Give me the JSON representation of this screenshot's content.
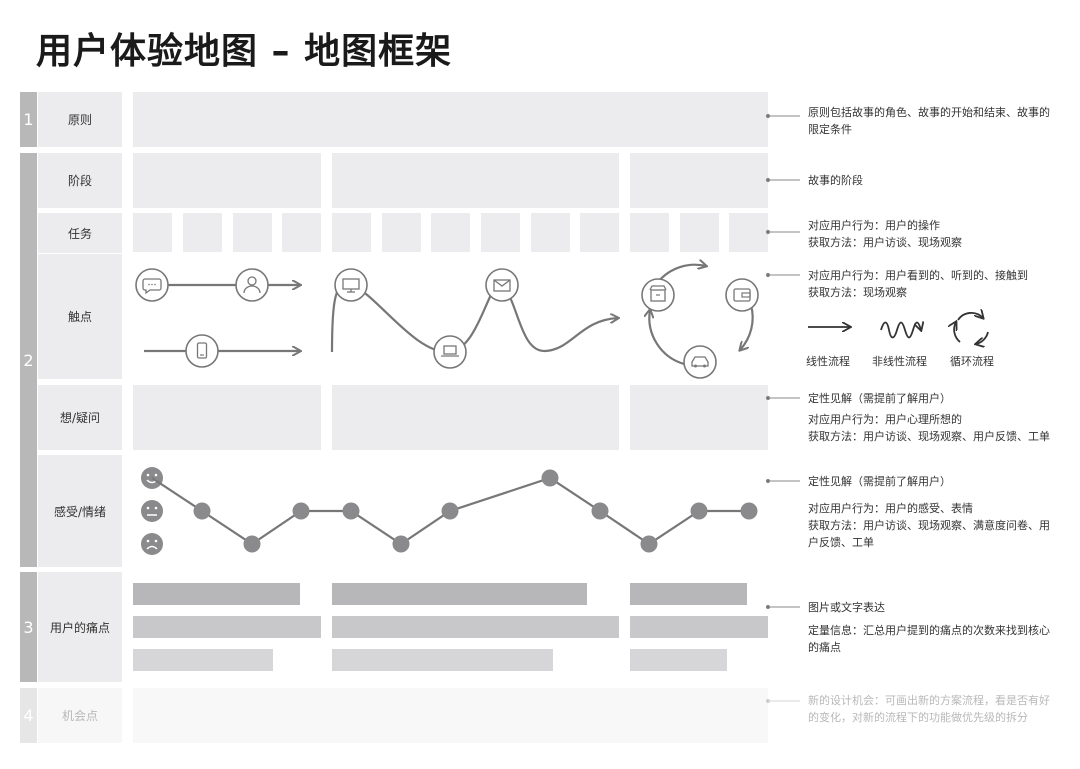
{
  "title": "用户体验地图 – 地图框架",
  "sections": {
    "s1": "1",
    "s2": "2",
    "s3": "3",
    "s4": "4"
  },
  "rows": {
    "principle": "原则",
    "stage": "阶段",
    "task": "任务",
    "touchpoint": "触点",
    "thoughts": "想/疑问",
    "feelings": "感受/情绪",
    "pain_points": "用户的痛点",
    "opportunity": "机会点"
  },
  "notes": {
    "principle": "原则包括故事的角色、故事的开始和结束、故事的限定条件",
    "stage": "故事的阶段",
    "task_1": "对应用户行为：用户的操作",
    "task_2": "获取方法：用户访谈、现场观察",
    "touch_1": "对应用户行为：用户看到的、听到的、接触到",
    "touch_2": "获取方法：现场观察",
    "thoughts_1": "定性见解（需提前了解用户）",
    "thoughts_2": "对应用户行为：用户心理所想的",
    "thoughts_3": "获取方法：用户访谈、现场观察、用户反馈、工单",
    "feelings_1": "定性见解（需提前了解用户）",
    "feelings_2": "对应用户行为：用户的感受、表情",
    "feelings_3": "获取方法：用户访谈、现场观察、满意度问卷、用户反馈、工单",
    "pain_1": "图片或文字表达",
    "pain_2": "定量信息：汇总用户提到的痛点的次数来找到核心的痛点",
    "opportunity": "新的设计机会：可画出新的方案流程，看是否有好的变化，对新的流程下的功能做优先级的拆分"
  },
  "legend": {
    "linear": "线性流程",
    "nonlinear": "非线性流程",
    "cycle": "循环流程"
  },
  "icons": [
    "chat-icon",
    "user-icon",
    "phone-icon",
    "monitor-icon",
    "mail-icon",
    "laptop-icon",
    "store-icon",
    "wallet-icon",
    "car-icon",
    "happy-face-icon",
    "neutral-face-icon",
    "sad-face-icon"
  ],
  "emotion_levels": [
    "happy",
    "neutral",
    "sad"
  ],
  "emotion_curve": [
    1,
    2,
    3,
    2,
    2,
    3,
    2,
    1,
    2,
    3,
    2,
    2
  ],
  "colors": {
    "block": "#ecebed",
    "section_bar": "#b9b8b9",
    "line": "#777777",
    "dot": "#8a898b"
  }
}
